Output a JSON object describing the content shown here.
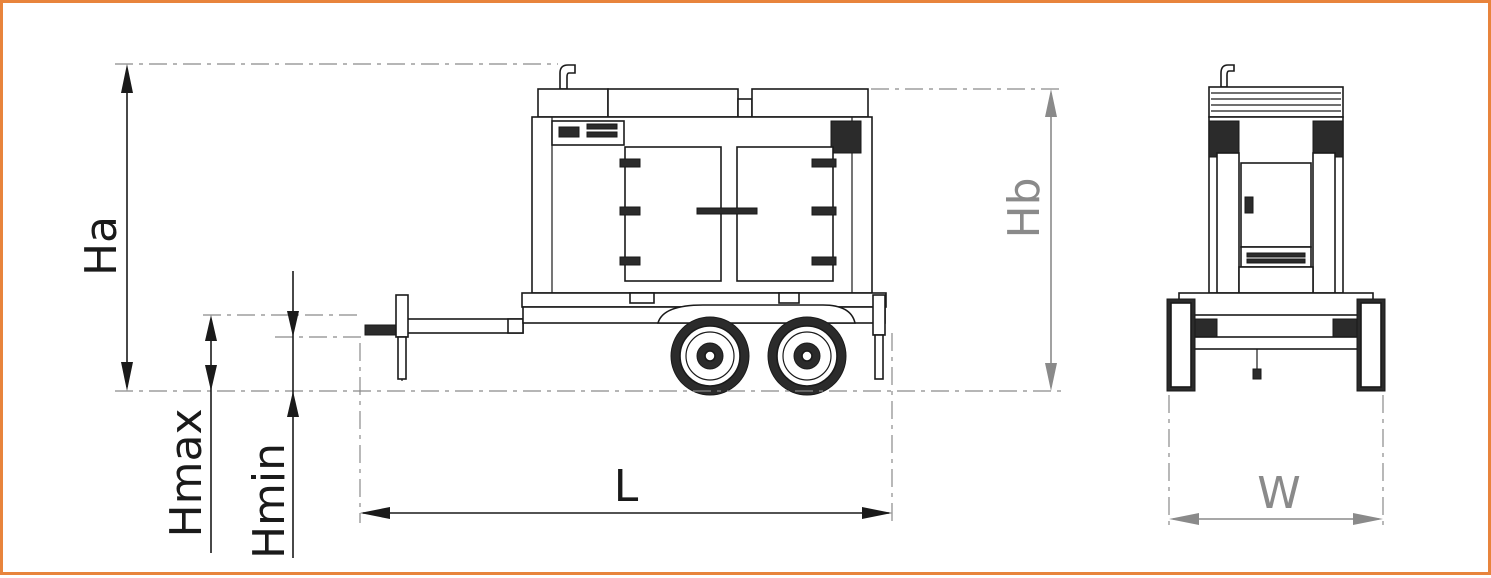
{
  "diagram": {
    "labels": {
      "ha": "Ha",
      "hb": "Hb",
      "hmax": "Hmax",
      "hmin": "Hmin",
      "length": "L",
      "width": "W"
    },
    "colors": {
      "frame_border": "#e8843c",
      "primary_dimension": "#1a1a1a",
      "secondary_dimension": "#8a8a8a"
    }
  }
}
